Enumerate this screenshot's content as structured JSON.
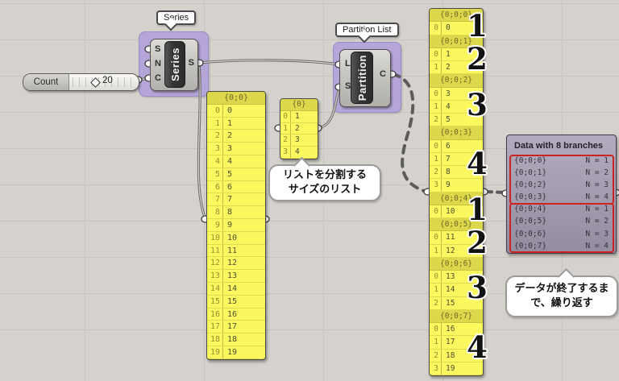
{
  "slider": {
    "label": "Count",
    "value": "20"
  },
  "series": {
    "tooltip": "Series",
    "name": "Series",
    "inputs": [
      "S",
      "N",
      "C"
    ],
    "output": "S"
  },
  "partition": {
    "tooltip": "Partition List",
    "name": "Partition",
    "inputs": [
      "L",
      "S"
    ],
    "output": "C"
  },
  "panel_all": {
    "header": "{0;0}",
    "values": [
      "0",
      "1",
      "2",
      "3",
      "4",
      "5",
      "6",
      "7",
      "8",
      "9",
      "10",
      "11",
      "12",
      "13",
      "14",
      "15",
      "16",
      "17",
      "18",
      "19"
    ]
  },
  "panel_sizes": {
    "header": "{0}",
    "values": [
      "1",
      "2",
      "3",
      "4"
    ]
  },
  "panel_partitioned": {
    "groups": [
      {
        "path": "{0;0;0}",
        "values": [
          "0"
        ],
        "badge": "1"
      },
      {
        "path": "{0;0;1}",
        "values": [
          "1",
          "2"
        ],
        "badge": "2"
      },
      {
        "path": "{0;0;2}",
        "values": [
          "3",
          "4",
          "5"
        ],
        "badge": "3"
      },
      {
        "path": "{0;0;3}",
        "values": [
          "6",
          "7",
          "8",
          "9"
        ],
        "badge": "4"
      },
      {
        "path": "{0;0;4}",
        "values": [
          "10"
        ],
        "badge": "1"
      },
      {
        "path": "{0;0;5}",
        "values": [
          "11",
          "12"
        ],
        "badge": "2"
      },
      {
        "path": "{0;0;6}",
        "values": [
          "13",
          "14",
          "15"
        ],
        "badge": "3"
      },
      {
        "path": "{0;0;7}",
        "values": [
          "16",
          "17",
          "18",
          "19"
        ],
        "badge": "4"
      }
    ]
  },
  "param_viewer": {
    "title": "Data with 8 branches",
    "rows": [
      {
        "path": "{0;0;0}",
        "count": "N = 1"
      },
      {
        "path": "{0;0;1}",
        "count": "N = 2"
      },
      {
        "path": "{0;0;2}",
        "count": "N = 3"
      },
      {
        "path": "{0;0;3}",
        "count": "N = 4"
      },
      {
        "path": "{0;0;4}",
        "count": "N = 1"
      },
      {
        "path": "{0;0;5}",
        "count": "N = 2"
      },
      {
        "path": "{0;0;6}",
        "count": "N = 3"
      },
      {
        "path": "{0;0;7}",
        "count": "N = 4"
      }
    ]
  },
  "callouts": {
    "sizes": [
      "リストを分割する",
      "サイズのリスト"
    ],
    "repeat": [
      "データが終了するま",
      "で、繰り返す"
    ]
  },
  "colors": {
    "canvas_bg": "#d5d2cd",
    "grid_line": "#c7c4bf",
    "group_purple": "#b5a5d8",
    "group_border": "#9d8cc6",
    "panel_yellow": "#fbf75f",
    "panel_header": "#ddd74b",
    "viewer_border": "#423c4e",
    "red_box": "#cd2222",
    "wire": "#6f6f6f"
  }
}
